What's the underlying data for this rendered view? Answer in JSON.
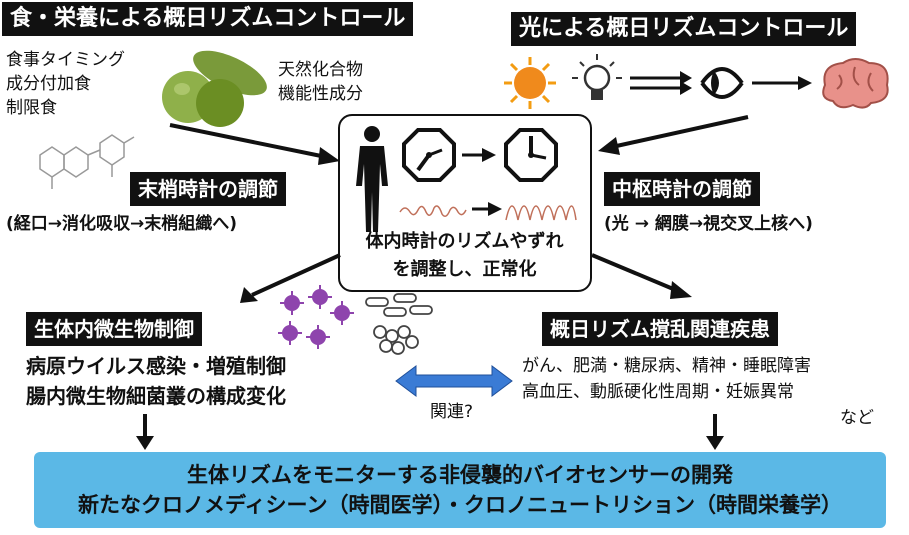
{
  "top_left_header": "食・栄養による概日リズムコントロール",
  "top_right_header": "光による概日リズムコントロール",
  "food_items": [
    "食事タイミング",
    "成分付加食",
    "制限食"
  ],
  "natural_compounds": [
    "天然化合物",
    "機能性成分"
  ],
  "peripheral_clock": {
    "label": "末梢時計の調節",
    "path": "(経口→消化吸収→末梢組織へ)"
  },
  "central_clock": {
    "label": "中枢時計の調節",
    "path": "(光 → 網膜→視交叉上核へ)"
  },
  "center_text": [
    "体内時計のリズムやずれ",
    "を調整し、正常化"
  ],
  "microbe": {
    "label": "生体内微生物制御",
    "items": [
      "病原ウイルス感染・増殖制御",
      "腸内微生物細菌叢の構成変化"
    ]
  },
  "disease": {
    "label": "概日リズム撹乱関連疾患",
    "items": [
      "がん、肥満・糖尿病、精神・睡眠障害",
      "高血圧、動脈硬化性周期・妊娠異常",
      "など"
    ]
  },
  "relation_label": "関連?",
  "bottom_lines": [
    "生体リズムをモニターする非侵襲的バイオセンサーの開発",
    "新たなクロノメディシーン（時間医学）・クロノニュートリション（時間栄養学）"
  ],
  "icons": [
    "molecule-icon",
    "fruit-icon",
    "sun-icon",
    "lightbulb-icon",
    "eye-icon",
    "brain-icon",
    "human-silhouette-icon",
    "clock-icon",
    "virus-icon",
    "bacteria-icon"
  ],
  "colors": {
    "header_bg": "#111111",
    "bottom_bar": "#5bb8e6",
    "virus": "#8e44ad",
    "sun": "#f39c12",
    "brain": "#e8918a",
    "fruit": "#6b8e23"
  }
}
